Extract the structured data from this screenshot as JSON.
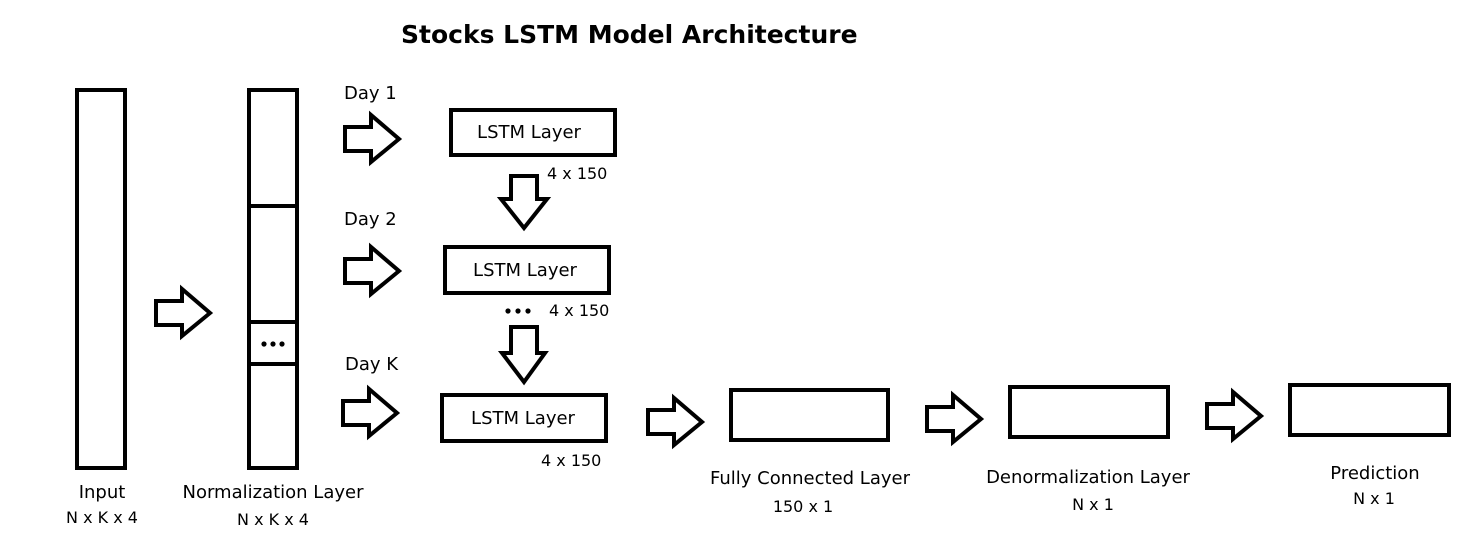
{
  "title": "Stocks LSTM Model Architecture",
  "input": {
    "label": "Input",
    "dims": "N x K x 4"
  },
  "normalization": {
    "label": "Normalization Layer",
    "dims": "N x K x 4"
  },
  "days": [
    "Day 1",
    "Day 2",
    "Day K"
  ],
  "lstm_layers": [
    {
      "label": "LSTM Layer",
      "dims": "4 x 150"
    },
    {
      "label": "LSTM Layer",
      "dims": "4 x 150"
    },
    {
      "label": "LSTM Layer",
      "dims": "4 x 150"
    }
  ],
  "fully_connected": {
    "label": "Fully Connected Layer",
    "dims": "150 x 1"
  },
  "denormalization": {
    "label": "Denormalization Layer",
    "dims": "N x 1"
  },
  "prediction": {
    "label": "Prediction",
    "dims": "N x 1"
  }
}
